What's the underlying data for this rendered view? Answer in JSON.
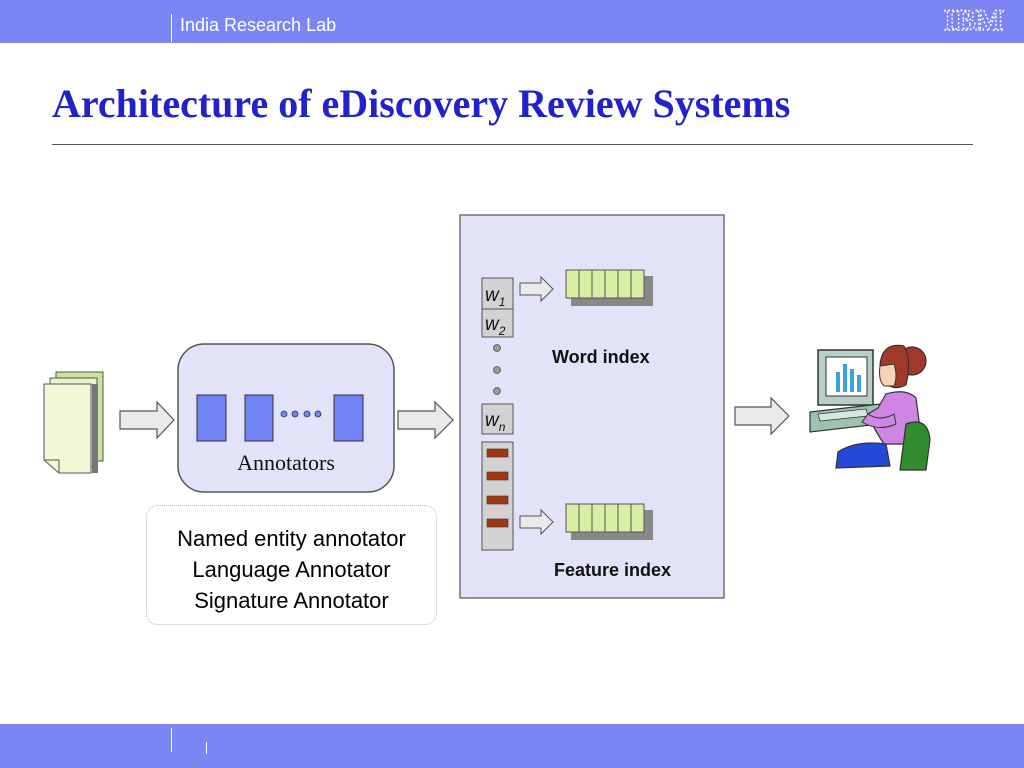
{
  "header": {
    "org": "India Research Lab",
    "logo_text": "IBM"
  },
  "slide": {
    "title": "Architecture of eDiscovery Review Systems"
  },
  "diagram": {
    "annotators_label": "Annotators",
    "index_labels": {
      "word": "Word index",
      "feature": "Feature index"
    },
    "word_rows": [
      {
        "base": "w",
        "sub": "1"
      },
      {
        "base": "w",
        "sub": "2"
      },
      {
        "base": "w",
        "sub": "n"
      }
    ],
    "annotator_list": [
      "Named entity annotator",
      "Language Annotator",
      "Signature Annotator"
    ]
  },
  "colors": {
    "bar": "#7b86f4",
    "title": "#2222cc",
    "annotator": "#7183f5",
    "panel": "#e2e2f9",
    "feature_bar": "#a0380f"
  }
}
